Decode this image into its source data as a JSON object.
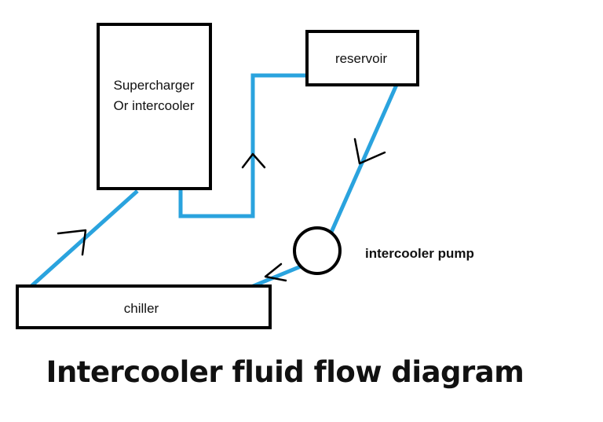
{
  "title": "Intercooler fluid flow diagram",
  "colors": {
    "pipe": "#2aa3de",
    "outline": "#000000",
    "text": "#111111",
    "background": "#ffffff"
  },
  "nodes": {
    "supercharger": {
      "line1": "Supercharger",
      "line2": "Or intercooler"
    },
    "reservoir": {
      "label": "reservoir"
    },
    "pump": {
      "label": "intercooler pump"
    },
    "chiller": {
      "label": "chiller"
    }
  },
  "flow": [
    "supercharger → reservoir",
    "reservoir → pump",
    "pump → chiller",
    "chiller → supercharger"
  ]
}
